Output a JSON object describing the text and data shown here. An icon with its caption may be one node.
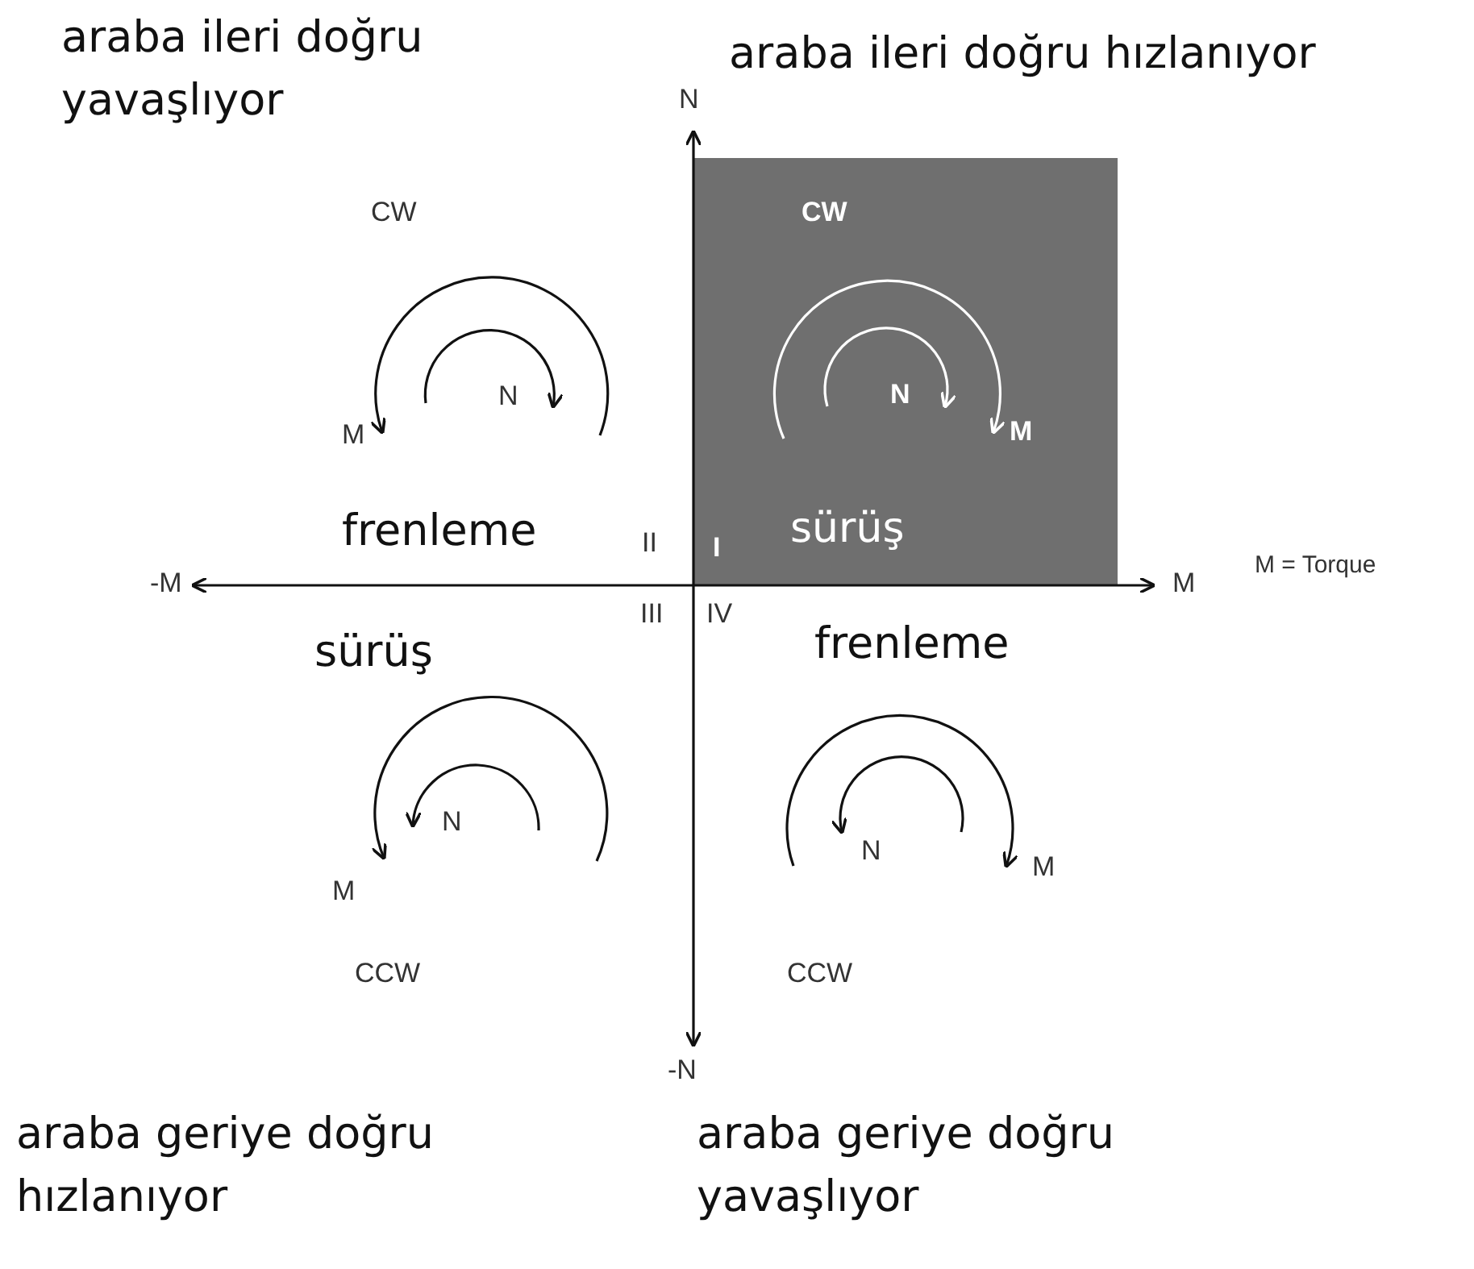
{
  "diagram": {
    "nodes": [
      {
        "text": [
          "CW",
          "N",
          "M",
          "I",
          "sürüş"
        ]
      }
    ],
    "labels": [
      "araba ileri doğru yavaşlıyor",
      "N",
      "araba ileri doğru hızlanıyor",
      "CW",
      "N",
      "M",
      "frenleme",
      "II",
      "-M",
      "M",
      "M = Torque",
      "III",
      "IV",
      "sürüş",
      "frenleme",
      "N",
      "M",
      "N",
      "M",
      "CCW",
      "CCW",
      "-N",
      "araba geriye doğru hızlanıyor",
      "araba geriye doğru yavaşlıyor"
    ]
  }
}
